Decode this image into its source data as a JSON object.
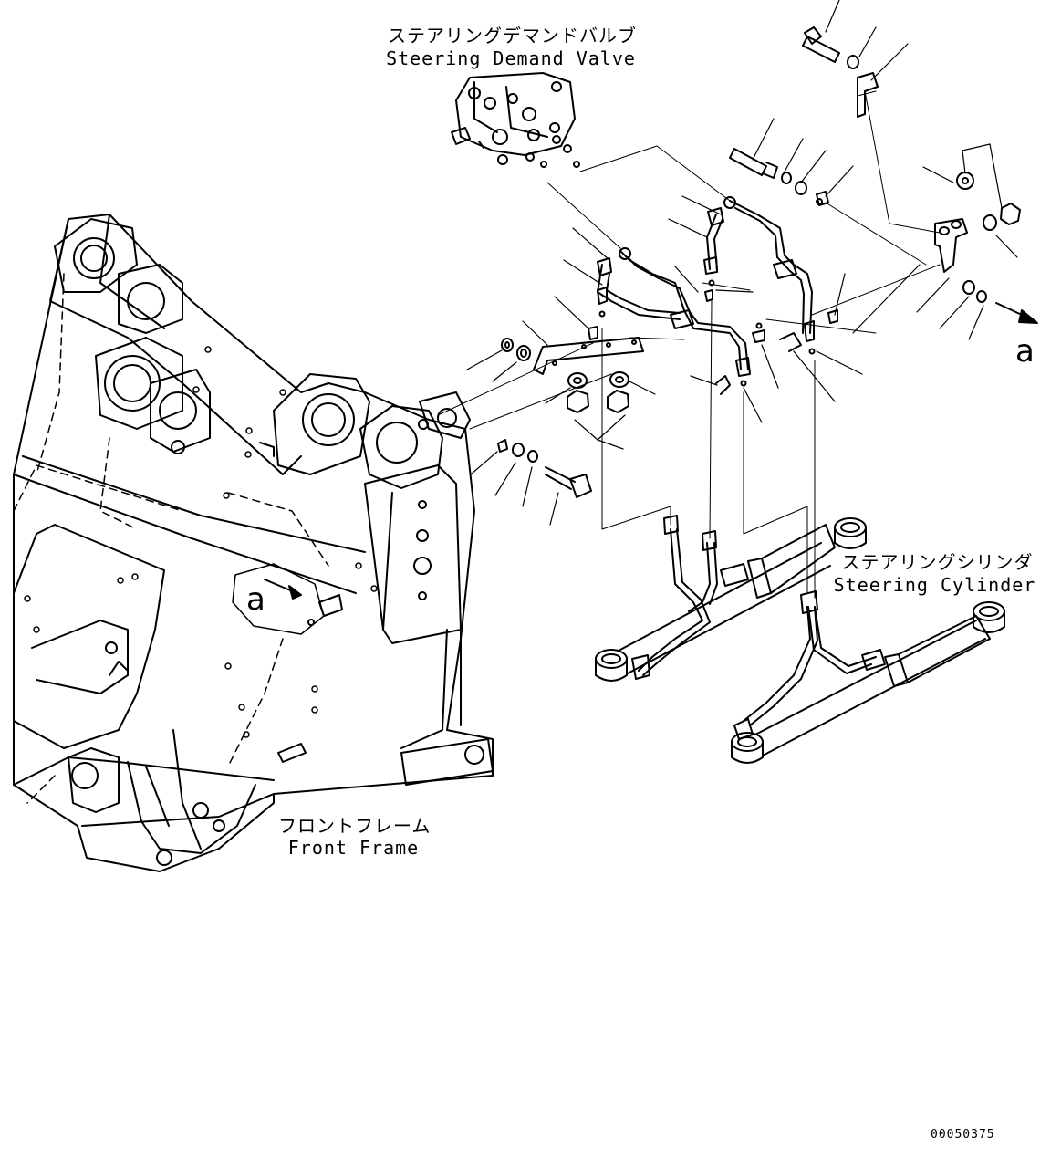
{
  "labels": {
    "valve_jp": "ステアリングデマンドバルブ",
    "valve_en": "Steering Demand Valve",
    "cylinder_jp": "ステアリングシリンダ",
    "cylinder_en": "Steering Cylinder",
    "frame_jp": "フロントフレーム",
    "frame_en": "Front Frame"
  },
  "view_refs": {
    "frame_marker": "a",
    "arrow_marker": "a"
  },
  "document_number": "00050375",
  "icons": [
    "arrow-icon"
  ]
}
